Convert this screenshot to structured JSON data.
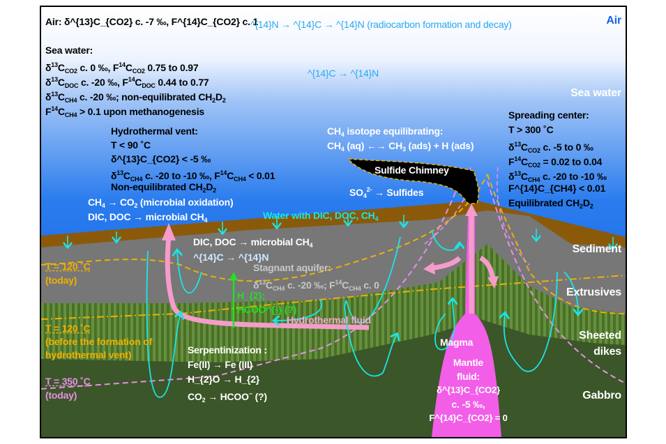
{
  "air": {
    "info": "Air: δ^{13}C_{CO2} c. -7 ‰, F^{14}C_{CO2} c. 1",
    "label": "Air",
    "radiocarbon": "^{14}N → ^{14}C → ^{14}N (radiocarbon formation and decay)"
  },
  "sea_water": {
    "label": "Sea water",
    "lines": [
      "Sea water:",
      "δ^{13}C_{CO2}  c. 0 ‰,  F^{14}C_{CO2}  0.75 to 0.97",
      "δ^{13}C_{DOC} c. -20 ‰, F^{14}C_{DOC}  0.44 to 0.77",
      "δ^{13}C_{CH4} c. -20 ‰; non-equilibrated CH_{2}D_{2}",
      "F^{14}C_{CH4} > 0.1 upon methanogenesis"
    ],
    "decay": "^{14}C → ^{14}N"
  },
  "hydrothermal_vent": {
    "lines": [
      "Hydrothermal vent:",
      "T < 90 ˚C",
      "δ^{13}C_{CO2} < -5 ‰",
      "δ^{13}C_{CH4} c. -20 to -10 ‰, F^{14}C_{CH4} < 0.01",
      "Non-equilibrated CH_{2}D_{2}"
    ],
    "processes": [
      "CH_{4} → CO_{2} (microbial oxidation)",
      "DIC, DOC → microbial CH_{4}"
    ]
  },
  "water_flow": "Water with DIC, DOC, CH_{4}",
  "ch4_equilibration": [
    "CH_{4} isotope equilibrating:",
    "CH_{4} (aq) ←→ CH_{3} (ads) + H (ads)"
  ],
  "chimney": {
    "label": "Sulfide Chimney",
    "reaction": "SO_{4}^{2-} → Sulfides"
  },
  "spreading_center": {
    "lines": [
      "Spreading center:",
      "T > 300 ˚C",
      "δ^{13}C_{CO2} c. -5 to 0 ‰",
      "F^{14}C_{CO2} = 0.02 to 0.04",
      "δ^{13}C_{CH4} c. -20 to -10 ‰",
      "F^{14}C_{CH4} < 0.01",
      "Equilibrated CH_{2}D_{2}"
    ]
  },
  "layers": {
    "sediment": "Sediment",
    "extrusives": "Extrusives",
    "sheeted_dikes": [
      "Sheeted",
      "dikes"
    ],
    "gabbro": "Gabbro"
  },
  "subsurface": {
    "microbial": "DIC, DOC → microbial CH_{4}",
    "decay": "^{14}C → ^{14}N",
    "stagnant": [
      "Stagnant aquifer:",
      "δ^{13}C_{CH4} c. -20 ‰; F^{14}C_{CH4} c. 0"
    ],
    "h2": [
      "H_{2};",
      "HCOO^{-} (?)"
    ],
    "hydrothermal_fluid": "Hydrothermal fluid"
  },
  "isotherms": {
    "t120_today": [
      "T = 120 ˚C",
      "(today)"
    ],
    "t120_before": [
      "T = 120 ˚C",
      "(before the formation of",
      "hydrothermal vent)"
    ],
    "t350_today": [
      "T = 350 ˚C",
      "(today)"
    ]
  },
  "serpentinization": [
    "Serpentinization :",
    "Fe(II) → Fe (III)",
    "H_{2}O → H_{2}",
    "CO_{2} → HCOO^{−}  (?)"
  ],
  "magma": {
    "label": "Magma",
    "lines": [
      "Mantle",
      "fluid:",
      "δ^{13}C_{CO2}",
      "c. -5 ‰,",
      "F^{14}C_{CO2} = 0"
    ]
  },
  "colors": {
    "sea": "#0a5fe0",
    "sediment": "#8a5a0a",
    "extrusives": "#7a7a7a",
    "dikes": "#4f7a2c",
    "gabbro": "#3b5628",
    "magma": "#f25ee8",
    "fluid": "#f59ccb",
    "flow": "#19e6ea",
    "isotherm120": "#f0b000",
    "isotherm350": "#e98fe8"
  }
}
